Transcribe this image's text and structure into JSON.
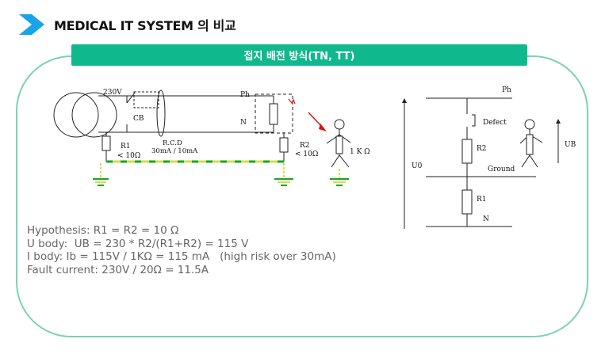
{
  "header": {
    "title": "MEDICAL IT SYSTEM 의 비교",
    "banner": "접지 배전 방식(TN, TT)",
    "accent_color": "#10b98d",
    "chevron_color": "#1aa3e8",
    "icon": "chevron-right-icon"
  },
  "circuit": {
    "source_voltage": "230V",
    "breaker": "CB",
    "rcd_label": "R.C.D",
    "rcd_rating": "30mA / 10mA",
    "r1_label": "R1",
    "r1_value": "< 10Ω",
    "r2_label": "R2",
    "r2_value": "< 10Ω",
    "phase": "Ph",
    "neutral": "N",
    "body_resistance": "1 K Ω"
  },
  "equivalent": {
    "phase": "Ph",
    "defect": "Defect",
    "r2": "R2",
    "ground": "Ground",
    "r1": "R1",
    "neutral": "N",
    "u0": "U0",
    "ub": "UB"
  },
  "notes": [
    "Hypothesis: R1 = R2 = 10 Ω",
    "U body:  UB = 230 * R2/(R1+R2) = 115 V",
    "I body: Ib = 115V / 1KΩ = 115 mA   (high risk over 30mA)",
    "Fault current: 230V / 20Ω = 11.5A"
  ]
}
